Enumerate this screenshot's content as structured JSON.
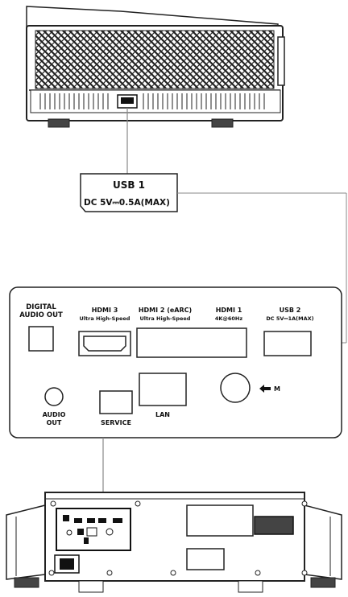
{
  "usb1_callout": {
    "title": "USB 1",
    "spec": "DC 5V⎓0.5A(MAX)"
  },
  "panel": {
    "digital_audio_out": [
      "DIGITAL",
      "AUDIO OUT"
    ],
    "hdmi3": [
      "HDMI 3",
      "Ultra High-Speed"
    ],
    "hdmi2": [
      "HDMI 2 (eARC)",
      "Ultra High-Speed"
    ],
    "hdmi1": [
      "HDMI 1",
      "4K@60Hz"
    ],
    "usb2": [
      "USB 2",
      "DC 5V⎓1A(MAX)"
    ],
    "audio_out": [
      "AUDIO",
      "OUT"
    ],
    "service": "SERVICE",
    "lan": "LAN",
    "m_label": "M"
  }
}
